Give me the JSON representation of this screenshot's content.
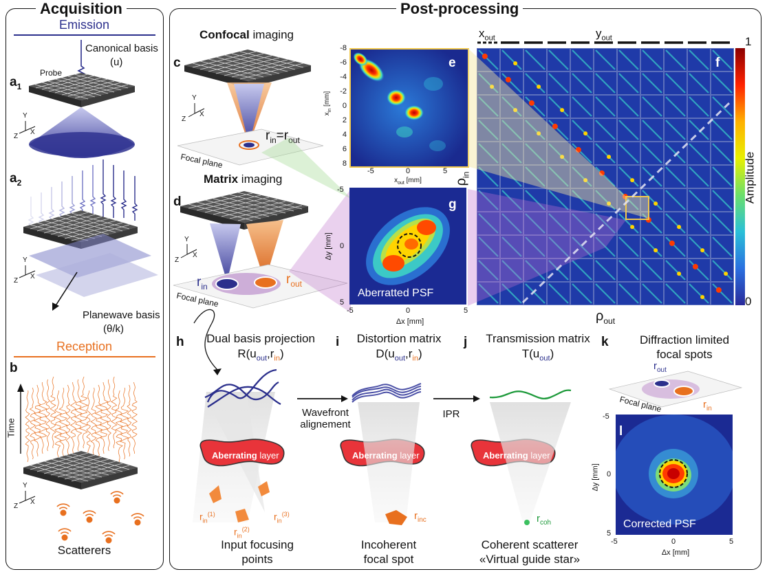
{
  "sections": {
    "acquisition": "Acquisition",
    "post": "Post-processing"
  },
  "acq": {
    "emission": "Emission",
    "a1": "a",
    "a1_sub": "1",
    "canonical": "Canonical basis",
    "canonical_sym": "(u)",
    "probe": "Probe",
    "a2": "a",
    "a2_sub": "2",
    "planewave": "Planewave basis",
    "planewave_sym": "(θ/k)",
    "reception": "Reception",
    "b": "b",
    "time": "Time",
    "scatterers": "Scatterers",
    "axes": {
      "x": "X",
      "y": "Y",
      "z": "Z"
    }
  },
  "c": {
    "label": "c",
    "title_bold": "Confocal",
    "title_rest": " imaging",
    "rin": "r",
    "rin_sub": "in",
    "eq": "=r",
    "rout_sub": "out",
    "focal": "Focal plane"
  },
  "d": {
    "label": "d",
    "title_bold": "Matrix",
    "title_rest": " imaging",
    "rin": "r",
    "rin_sub": "in",
    "rout": "r",
    "rout_sub": "out",
    "focal": "Focal plane"
  },
  "e": {
    "label": "e",
    "xlabel": "x",
    "xlabel_sub": "out",
    "xlabel_unit": " [mm]",
    "ylabel": "x",
    "ylabel_sub": "in",
    "ylabel_unit": " [mm]",
    "yticks": [
      "-8",
      "-6",
      "-4",
      "-2",
      "0",
      "2",
      "4",
      "6",
      "8"
    ],
    "xticks": [
      "-5",
      "0",
      "5"
    ]
  },
  "f": {
    "label": "f",
    "xout": "x",
    "xout_sub": "out",
    "yout": "y",
    "yout_sub": "out",
    "rho_in": "ρ",
    "rho_in_sub": "in",
    "rho_out": "ρ",
    "rho_out_sub": "out",
    "cbar_top": "1",
    "cbar_bottom": "0",
    "cbar_label": "Amplitude"
  },
  "g": {
    "label": "g",
    "caption": "Aberratted PSF",
    "ylabel": "Δy [mm]",
    "xlabel": "Δx [mm]",
    "yticks": [
      "-5",
      "0",
      "5"
    ],
    "xticks": [
      "-5",
      "0",
      "5"
    ]
  },
  "h": {
    "label": "h",
    "title": "Dual basis projection",
    "eq_pre": "R(u",
    "eq_sub1": "out",
    "eq_mid": ",r",
    "eq_sub2": "in",
    "eq_post": ")",
    "r1": "r",
    "r1_sub": "in",
    "r1_sup": "(1)",
    "r2": "r",
    "r2_sub": "in",
    "r2_sup": "(2)",
    "r3": "r",
    "r3_sub": "in",
    "r3_sup": "(3)",
    "bottom1": "Input focusing",
    "bottom2": "points"
  },
  "arrow1": {
    "line1": "Wavefront",
    "line2": "alignement"
  },
  "i": {
    "label": "i",
    "title": "Distortion matrix",
    "eq_pre": "D(u",
    "eq_sub1": "out",
    "eq_mid": ",r",
    "eq_sub2": "in",
    "eq_post": ")",
    "rinc": "r",
    "rinc_sub": "inc",
    "bottom1": "Incoherent",
    "bottom2": "focal spot"
  },
  "arrow2": {
    "label": "IPR"
  },
  "j": {
    "label": "j",
    "title": "Transmission matrix",
    "eq_pre": "T(u",
    "eq_sub1": "out",
    "eq_post": ")",
    "rcoh": "r",
    "rcoh_sub": "coh",
    "bottom1": "Coherent scatterer",
    "bottom2": "«Virtual guide star»"
  },
  "layer": {
    "bold": "Aberrating",
    "rest": " layer"
  },
  "k": {
    "label": "k",
    "title1": "Diffraction limited",
    "title2": "focal spots",
    "rout": "r",
    "rout_sub": "out",
    "rin": "r",
    "rin_sub": "in",
    "focal": "Focal plane"
  },
  "l": {
    "label": "l",
    "caption": "Corrected PSF",
    "ylabel": "Δy [mm]",
    "xlabel": "Δx [mm]",
    "yticks": [
      "-5",
      "0",
      "5"
    ],
    "xticks": [
      "-5",
      "0",
      "5"
    ]
  },
  "colors": {
    "blue": "#2b2f8c",
    "orange": "#e8701f",
    "green": "#1e9a3b",
    "red": "#e8343a"
  }
}
